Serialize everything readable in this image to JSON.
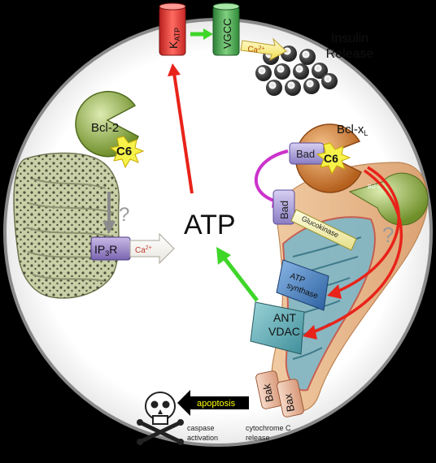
{
  "labels": {
    "katp_main": "K",
    "katp_sub": "ATP",
    "vgcc": "VGCC",
    "ca_main": "Ca",
    "ca_sup": "2+",
    "insulin_line1": "Insulin",
    "insulin_line2": "Release",
    "bcl2": "Bcl-2",
    "c6": "C6",
    "question": "?",
    "ip3r_a": "IP",
    "ip3r_sub": "3",
    "ip3r_b": "R",
    "atp": "ATP",
    "bclxl_main": "Bcl-x",
    "bclxl_sub": "L",
    "bad": "Bad",
    "bcl2_small": "Bcl-2",
    "glucokinase": "Glucokinase",
    "atp_synthase_1": "ATP",
    "atp_synthase_2": "synthase",
    "ant": "ANT",
    "vdac": "VDAC",
    "bak": "Bak",
    "bax": "Bax",
    "apoptosis": "apoptosis",
    "caspase_1": "caspase",
    "caspase_2": "activation",
    "cytc_1": "cytochrome C",
    "cytc_2": "release"
  },
  "icons": [
    "skull-crossbones-icon",
    "starburst-icon",
    "question-mark-icon"
  ],
  "colors": {
    "background": "#000000",
    "cell_fill": "#ffffff",
    "cell_stroke": "#9a9a9a",
    "katp": "#e03a35",
    "vgcc": "#3fa648",
    "red_arrow": "#e8231a",
    "green_arrow": "#3fd62a",
    "magenta_arrow": "#cc33cc",
    "bcl2": "#9cbd4a",
    "bclxl": "#e08a3c",
    "bad": "#a99bd6",
    "er": "#c8cfa8",
    "mito": "#e7b58a",
    "mito_inner": "#7fb7c7",
    "yellow_star": "#f6f24a",
    "apoptosis_text": "#ffff00"
  }
}
